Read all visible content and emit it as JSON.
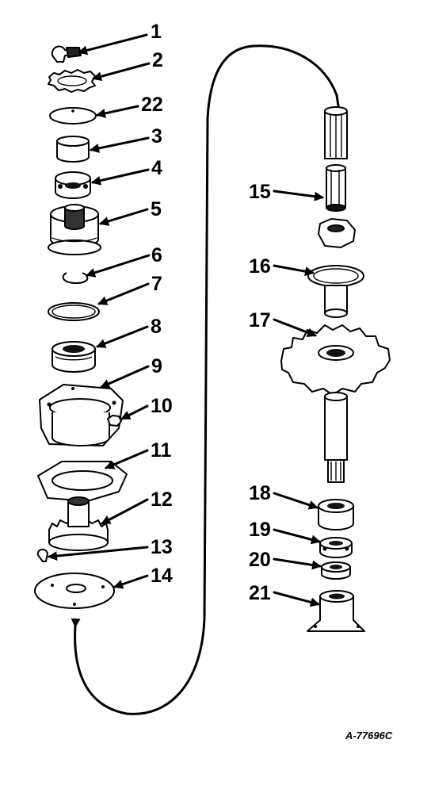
{
  "reference_code": "A-77696C",
  "parts": [
    {
      "number": "1",
      "icon": "pin-clip-icon"
    },
    {
      "number": "2",
      "icon": "lock-washer-icon"
    },
    {
      "number": "22",
      "icon": "seal-disc-icon"
    },
    {
      "number": "3",
      "icon": "bushing-icon"
    },
    {
      "number": "4",
      "icon": "bearing-icon"
    },
    {
      "number": "5",
      "icon": "drive-hub-icon"
    },
    {
      "number": "6",
      "icon": "snap-ring-icon"
    },
    {
      "number": "7",
      "icon": "retaining-ring-icon"
    },
    {
      "number": "8",
      "icon": "bearing-icon"
    },
    {
      "number": "9",
      "icon": "housing-icon"
    },
    {
      "number": "10",
      "icon": "nut-icon"
    },
    {
      "number": "11",
      "icon": "gasket-icon"
    },
    {
      "number": "12",
      "icon": "pinion-gear-icon"
    },
    {
      "number": "13",
      "icon": "cotter-pin-icon"
    },
    {
      "number": "14",
      "icon": "cover-plate-icon"
    },
    {
      "number": "15",
      "icon": "splined-shaft-icon"
    },
    {
      "number": "16",
      "icon": "seal-ring-icon"
    },
    {
      "number": "17",
      "icon": "bevel-gear-icon"
    },
    {
      "number": "18",
      "icon": "bearing-cup-icon"
    },
    {
      "number": "19",
      "icon": "bearing-icon"
    },
    {
      "number": "20",
      "icon": "bearing-icon"
    },
    {
      "number": "21",
      "icon": "bearing-housing-icon"
    }
  ]
}
